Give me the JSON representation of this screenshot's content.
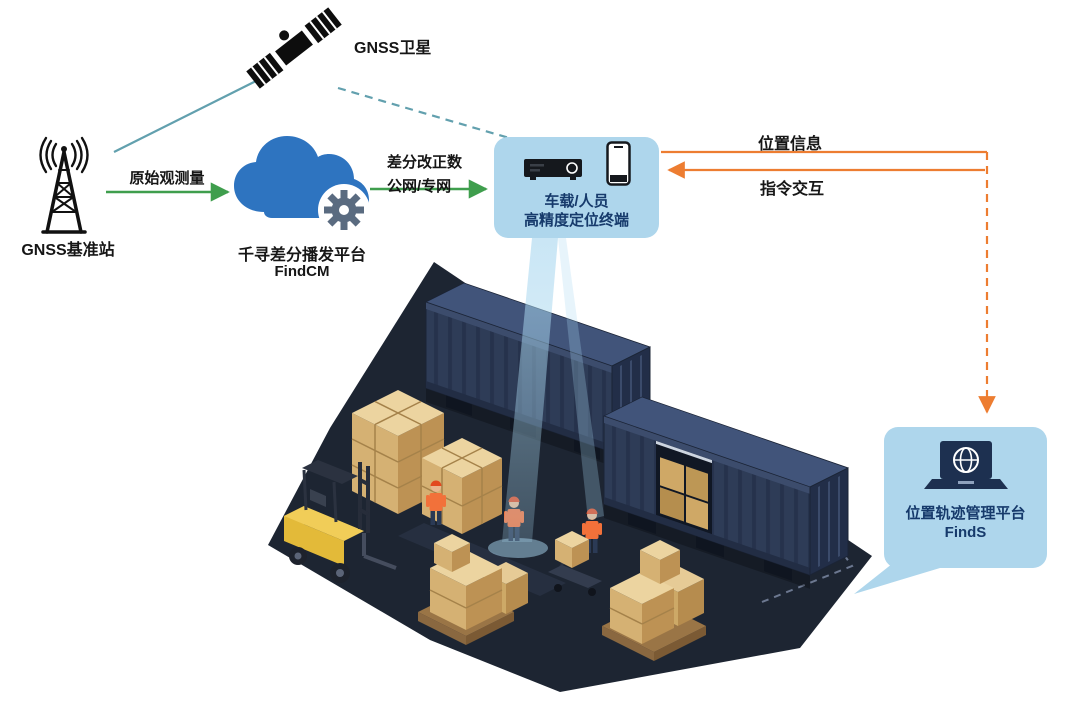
{
  "colors": {
    "bubble_blue": "#aed6ec",
    "navy_text": "#163a6b",
    "green_arrow": "#3f9e4d",
    "orange_arrow": "#ed7d31",
    "teal_line": "#62a0ae",
    "cloud_blue": "#2e74c0",
    "gear_gray": "#5a6b80",
    "container_navy": "#2e3c57",
    "ground_dark": "#1d2532"
  },
  "nodes": {
    "satellite": {
      "label": "GNSS卫星"
    },
    "base_station": {
      "label": "GNSS基准站"
    },
    "cloud": {
      "title": "千寻差分播发平台",
      "subtitle": "FindCM"
    },
    "terminal": {
      "line1": "车载/人员",
      "line2": "高精度定位终端"
    },
    "platform": {
      "title": "位置轨迹管理平台",
      "subtitle": "FindS"
    }
  },
  "links": {
    "raw_observation": {
      "label": "原始观测量"
    },
    "differential": {
      "line1": "差分改正数",
      "line2": "公网/专网"
    },
    "position_info": {
      "label": "位置信息"
    },
    "command_interaction": {
      "label": "指令交互"
    }
  }
}
